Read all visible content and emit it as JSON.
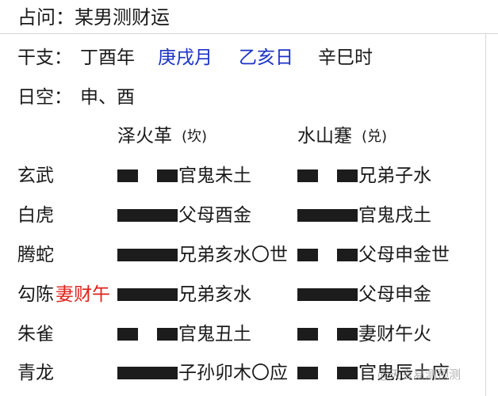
{
  "header": {
    "title": "占问：某男测财运"
  },
  "ganzhi": {
    "label": "干支：",
    "year": "丁酉年",
    "month": "庚戌月",
    "day": "乙亥日",
    "hour": "辛巳时"
  },
  "rikong": {
    "label": "日空：",
    "value": "申、酉"
  },
  "hexagrams": {
    "main": {
      "name": "泽火革",
      "palace": "(坎)"
    },
    "changed": {
      "name": "水山蹇",
      "palace": "(兑)"
    }
  },
  "lines": [
    {
      "spirit": "玄武",
      "fushen": "",
      "main_yao": "yin",
      "main_text": "官鬼未土",
      "changed_yao": "yin",
      "changed_text": "兄弟子水"
    },
    {
      "spirit": "白虎",
      "fushen": "",
      "main_yao": "yang",
      "main_text": "父母酉金",
      "changed_yao": "yang",
      "changed_text": "官鬼戌土"
    },
    {
      "spirit": "腾蛇",
      "fushen": "",
      "main_yao": "yang",
      "main_text": "兄弟亥水〇世",
      "changed_yao": "yin",
      "changed_text": "父母申金世"
    },
    {
      "spirit": "勾陈",
      "fushen": "妻财午",
      "main_yao": "yang",
      "main_text": "兄弟亥水",
      "changed_yao": "yang",
      "changed_text": "父母申金"
    },
    {
      "spirit": "朱雀",
      "fushen": "",
      "main_yao": "yin",
      "main_text": "官鬼丑土",
      "changed_yao": "yin",
      "changed_text": "妻财午火"
    },
    {
      "spirit": "青龙",
      "fushen": "",
      "main_yao": "yang",
      "main_text": "子孙卯木〇应",
      "changed_yao": "yin",
      "changed_text": "官鬼辰土应"
    }
  ],
  "watermark": "@天玄易测预测",
  "colors": {
    "day_month": "#1b33c8",
    "fushen": "#e0211b",
    "text": "#1a1a1a"
  }
}
